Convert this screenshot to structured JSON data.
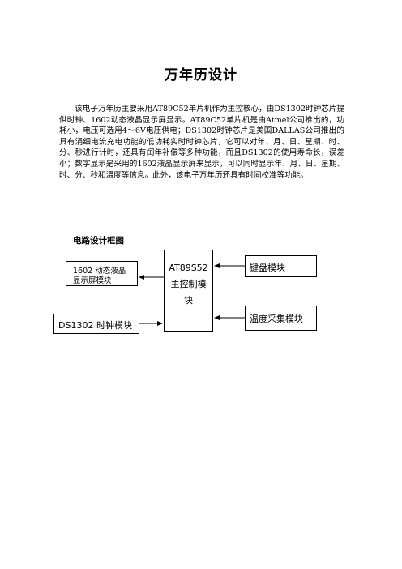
{
  "document": {
    "title": "万年历设计",
    "paragraph": "该电子万年历主要采用AT89C52单片机作为主控核心，由DS1302时钟芯片提供时钟、1602动态液晶显示屏显示。AT89C52单片机是由Atmel公司推出的，功耗小，电压可选用4～6V电压供电；DS1302时钟芯片是美国DALLAS公司推出的具有涓细电流充电功能的低功耗实时时钟芯片，它可以对年、月、日、星期、时、分、秒进行计时，还具有闰年补偿等多种功能，而且DS1302的使用寿命长，误差小；数字显示是采用的1602液晶显示屏来显示，可以同时显示年、月、日、星期、时、分、秒和温度等信息。此外，该电子万年历还具有时间校准等功能。",
    "section_title": "电路设计框图"
  },
  "diagram": {
    "cpu_line1": "AT89S52",
    "cpu_line2": "主控制模",
    "cpu_line3": "块",
    "lcd_line1": "1602 动态液晶",
    "lcd_line2": "显示屏模块",
    "keyboard": "键盘模块",
    "temperature": "温度采集模块",
    "clock": "DS1302 时钟模块"
  }
}
